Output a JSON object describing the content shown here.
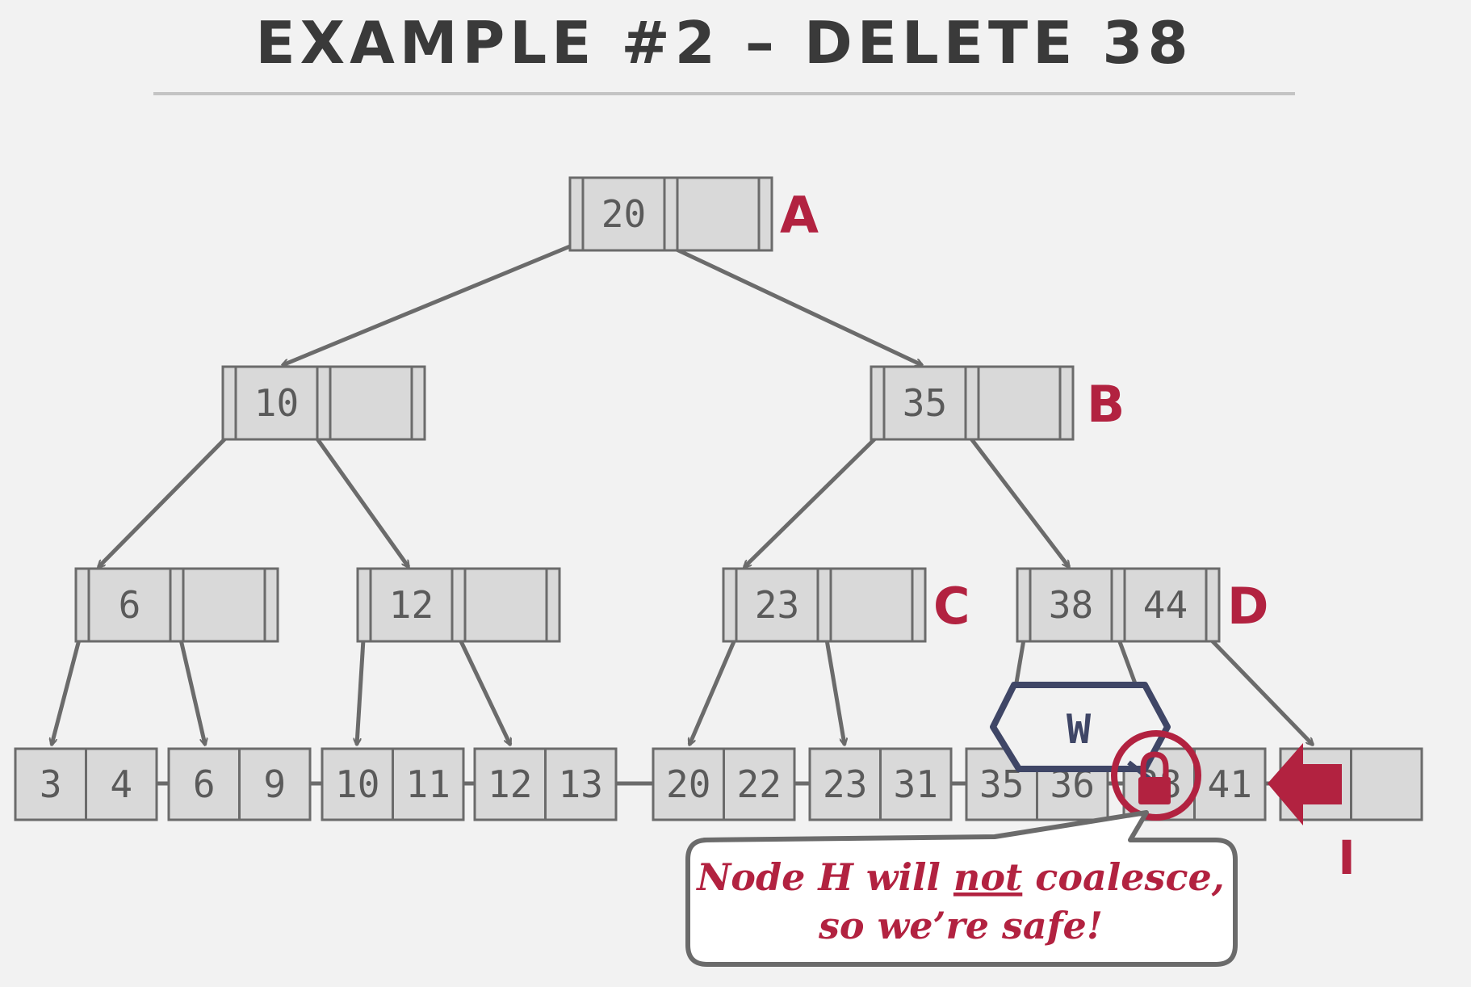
{
  "title": "EXAMPLE #2 – DELETE 38",
  "colors": {
    "accent": "#b22240",
    "lock_outline": "#3f4666",
    "node_fill": "#d9d9d9",
    "node_stroke": "#6b6b6b",
    "text": "#5a5a5a",
    "title": "#3a3a3a"
  },
  "inner_nodes": [
    {
      "label": "A",
      "keys": [
        "20",
        ""
      ]
    },
    {
      "label": "B",
      "keys": [
        "35",
        ""
      ]
    },
    {
      "label": "",
      "keys": [
        "10",
        ""
      ]
    },
    {
      "label": "",
      "keys": [
        "6",
        ""
      ]
    },
    {
      "label": "",
      "keys": [
        "12",
        ""
      ]
    },
    {
      "label": "C",
      "keys": [
        "23",
        ""
      ]
    },
    {
      "label": "D",
      "keys": [
        "38",
        "44"
      ]
    }
  ],
  "leaves": [
    {
      "keys": [
        "3",
        "4"
      ]
    },
    {
      "keys": [
        "6",
        "9"
      ]
    },
    {
      "keys": [
        "10",
        "11"
      ]
    },
    {
      "keys": [
        "12",
        "13"
      ]
    },
    {
      "keys": [
        "20",
        "22"
      ]
    },
    {
      "keys": [
        "23",
        "31"
      ]
    },
    {
      "keys": [
        "35",
        "36"
      ]
    },
    {
      "keys": [
        "38",
        "41"
      ]
    },
    {
      "keys": [
        "",
        ""
      ]
    }
  ],
  "leaf_label": "I",
  "lock": {
    "mode": "W"
  },
  "callout": {
    "line1_pre": "Node H will ",
    "line1_emph": "not",
    "line1_post": " coalesce,",
    "line2": "so we’re safe!"
  }
}
